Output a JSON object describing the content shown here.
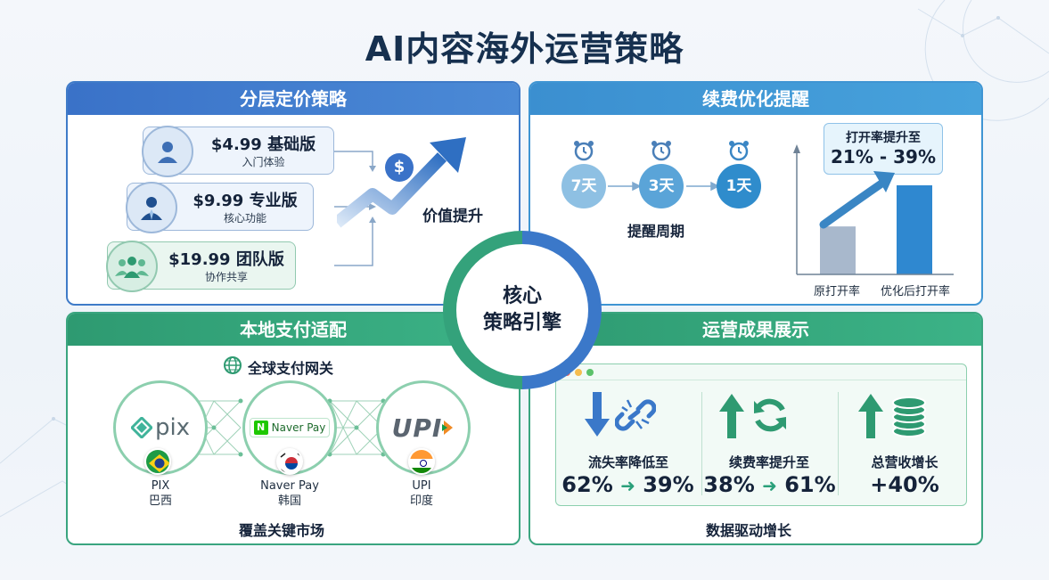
{
  "title": "AI内容海外运营策略",
  "pricing": {
    "header": "分层定价策略",
    "tiers": [
      {
        "price": "$4.99 基础版",
        "desc": "入门体验",
        "icon": "user-icon"
      },
      {
        "price": "$9.99 专业版",
        "desc": "核心功能",
        "icon": "businessman-icon"
      },
      {
        "price": "$19.99 团队版",
        "desc": "协作共享",
        "icon": "team-icon"
      }
    ],
    "value_label": "价值提升"
  },
  "renewal": {
    "header": "续费优化提醒",
    "days": [
      "7天",
      "3天",
      "1天"
    ],
    "cycle_label": "提醒周期",
    "rate_box": {
      "line1": "打开率提升至",
      "line2": "21% - 39%"
    },
    "chart_data": {
      "type": "bar",
      "categories": [
        "原打开率",
        "优化后打开率"
      ],
      "values": [
        21,
        39
      ],
      "unit": "%"
    },
    "colors": {
      "original": "#a8b8cc",
      "optimized": "#2f88d0"
    }
  },
  "core": {
    "line1": "核心",
    "line2": "策略引擎"
  },
  "payment": {
    "header": "本地支付适配",
    "gateway_label": "全球支付网关",
    "methods": [
      {
        "logo": "pix",
        "name": "PIX",
        "region": "巴西",
        "flag": "brazil-flag-icon"
      },
      {
        "logo": "Naver Pay",
        "name": "Naver Pay",
        "region": "韩国",
        "flag": "korea-flag-icon"
      },
      {
        "logo": "UPI",
        "name": "UPI",
        "region": "印度",
        "flag": "india-flag-icon"
      }
    ],
    "footer": "覆盖关键市场"
  },
  "results": {
    "header": "运营成果展示",
    "metrics": [
      {
        "title": "流失率降低至",
        "from": "62%",
        "to": "39%",
        "icon": "broken-link-icon"
      },
      {
        "title": "续费率提升至",
        "from": "38%",
        "to": "61%",
        "icon": "refresh-icon"
      },
      {
        "title": "总营收增长",
        "value": "+40%",
        "icon": "coins-icon"
      }
    ],
    "footer": "数据驱动增长"
  }
}
